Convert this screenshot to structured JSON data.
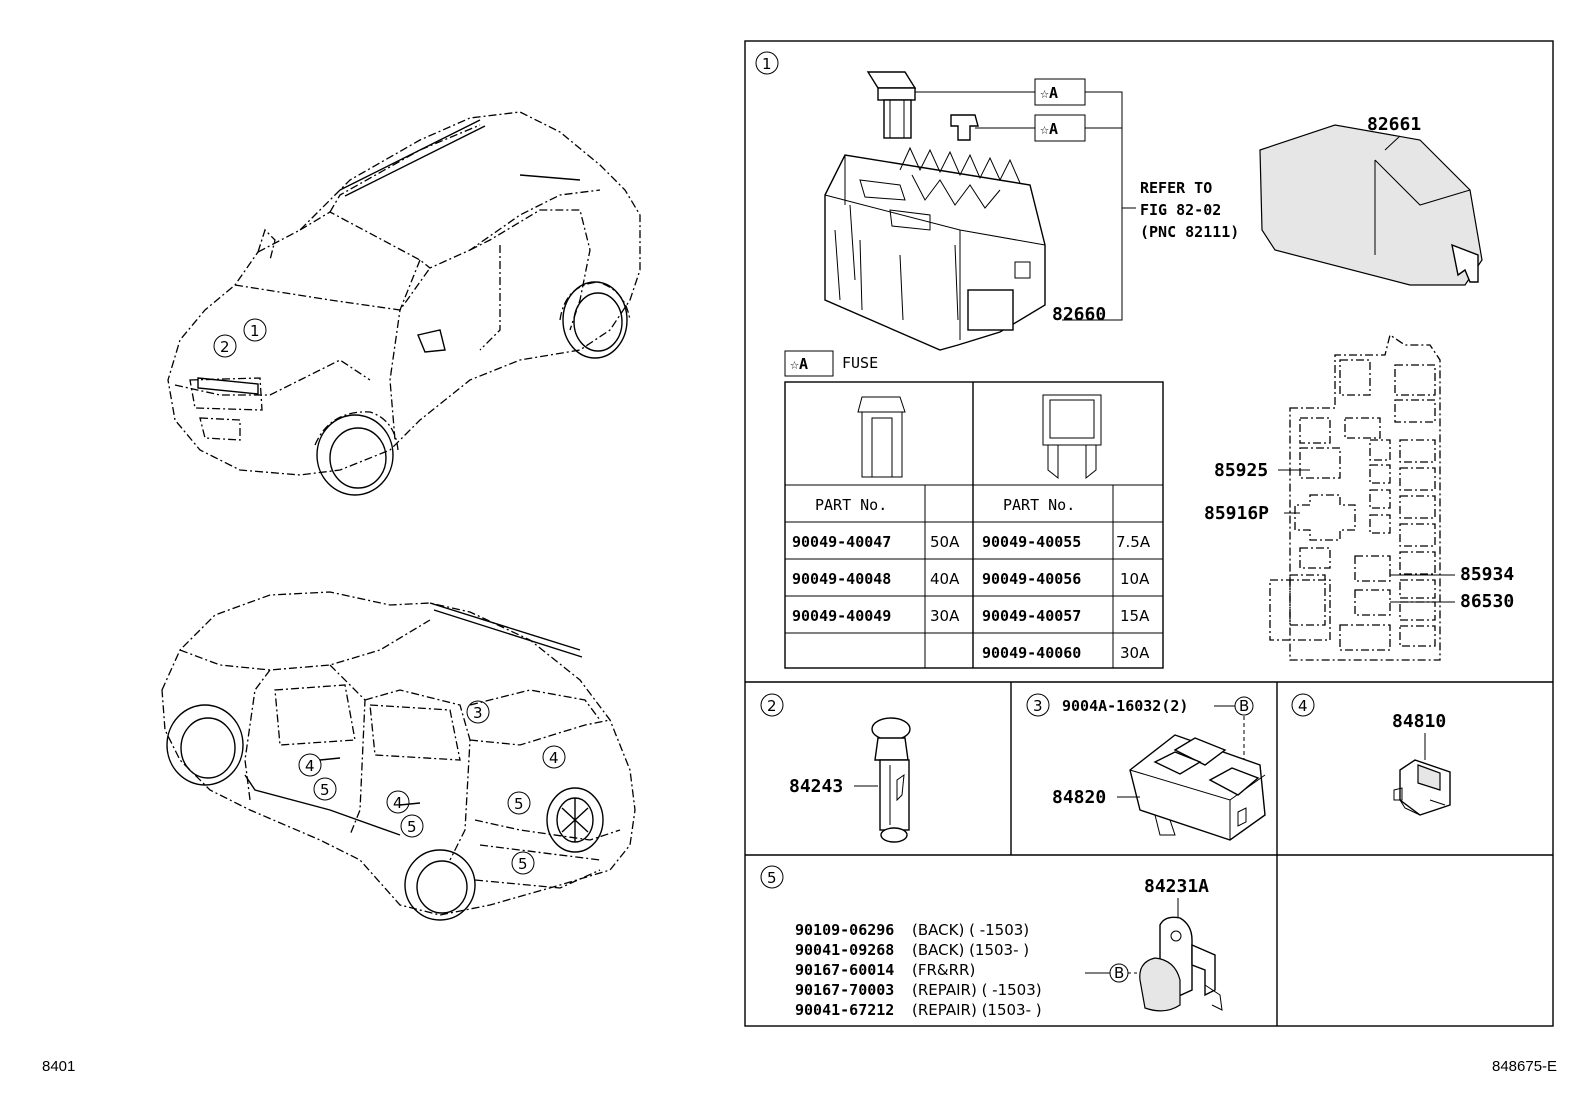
{
  "page": {
    "left_code": "8401",
    "right_code": "848675-E"
  },
  "callouts": {
    "c1": "1",
    "c2": "2",
    "c3": "3",
    "c4": "4",
    "c5": "5",
    "b": "B"
  },
  "star_a": "☆A",
  "panel1": {
    "refer_line1": "REFER TO",
    "refer_line2": "FIG 82-02",
    "refer_line3": "(PNC 82111)",
    "part_82660": "82660",
    "part_82661": "82661",
    "part_85925": "85925",
    "part_85916P": "85916P",
    "part_85934": "85934",
    "part_86530": "86530",
    "fuse_label": "FUSE",
    "fuse_table": {
      "left_header": "PART No.",
      "right_header": "PART No.",
      "left_rows": [
        {
          "part": "90049-40047",
          "amp": "50A"
        },
        {
          "part": "90049-40048",
          "amp": "40A"
        },
        {
          "part": "90049-40049",
          "amp": "30A"
        }
      ],
      "right_rows": [
        {
          "part": "90049-40055",
          "amp": "7.5A"
        },
        {
          "part": "90049-40056",
          "amp": "10A"
        },
        {
          "part": "90049-40057",
          "amp": "15A"
        },
        {
          "part": "90049-40060",
          "amp": "30A"
        }
      ]
    }
  },
  "panel2": {
    "part": "84243"
  },
  "panel3": {
    "bolt": "9004A-16032(2)",
    "part": "84820"
  },
  "panel4": {
    "part": "84810"
  },
  "panel5": {
    "part": "84231A",
    "lines": [
      {
        "part": "90109-06296",
        "desc": "(BACK) (     -1503)"
      },
      {
        "part": "90041-09268",
        "desc": "(BACK) (1503-      )"
      },
      {
        "part": "90167-60014",
        "desc": "(FR&RR)"
      },
      {
        "part": "90167-70003",
        "desc": "(REPAIR) (     -1503)"
      },
      {
        "part": "90041-67212",
        "desc": "(REPAIR) (1503-      )"
      }
    ]
  }
}
